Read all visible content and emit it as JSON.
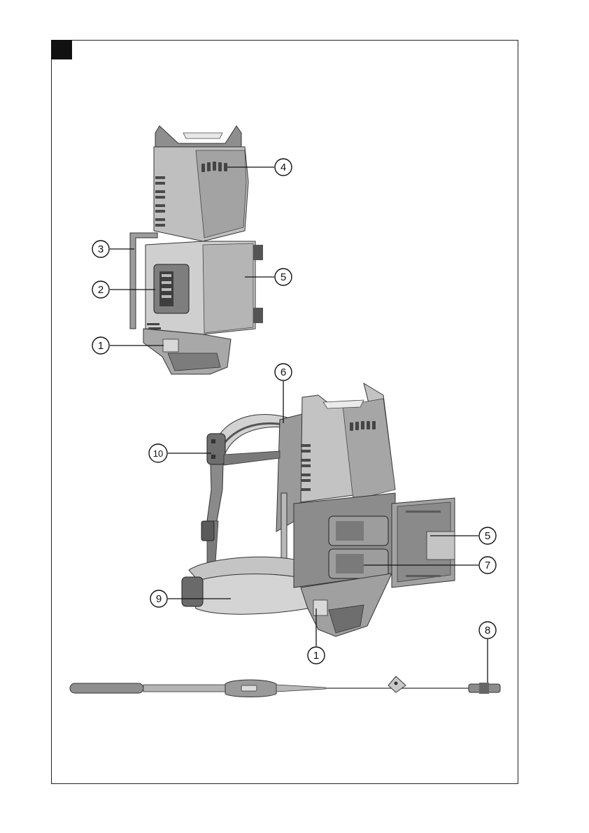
{
  "figure": {
    "section_marker": "",
    "callouts": [
      {
        "id": "c4a",
        "label": "4"
      },
      {
        "id": "c3",
        "label": "3"
      },
      {
        "id": "c2",
        "label": "2"
      },
      {
        "id": "c5a",
        "label": "5"
      },
      {
        "id": "c1a",
        "label": "1"
      },
      {
        "id": "c6",
        "label": "6"
      },
      {
        "id": "c10",
        "label": "10"
      },
      {
        "id": "c5b",
        "label": "5"
      },
      {
        "id": "c7",
        "label": "7"
      },
      {
        "id": "c9",
        "label": "9"
      },
      {
        "id": "c1b",
        "label": "1"
      },
      {
        "id": "c8",
        "label": "8"
      }
    ]
  },
  "colors": {
    "body_light": "#c9c9c9",
    "body_mid": "#9a9a9a",
    "body_dark": "#5c5c5c",
    "outline": "#222222",
    "frame": "#222222"
  }
}
